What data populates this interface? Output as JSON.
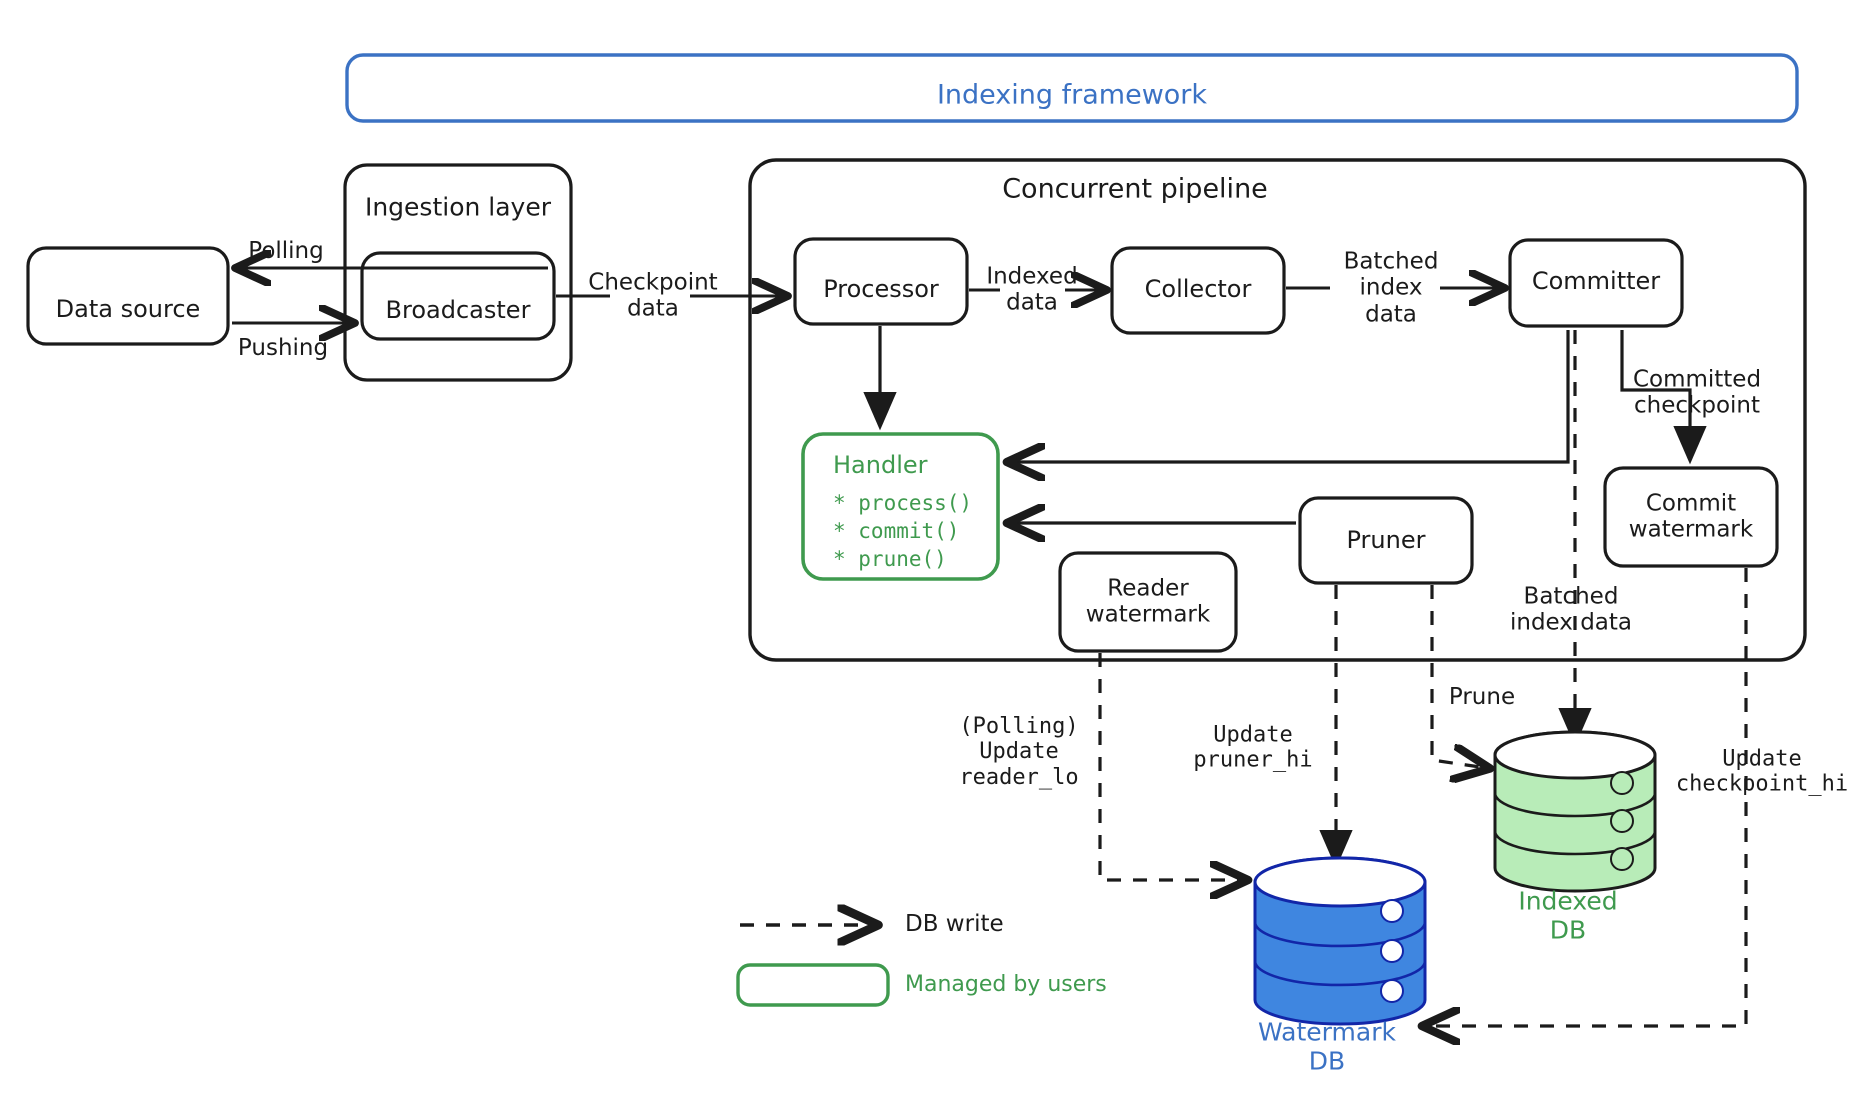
{
  "title": "Indexing framework",
  "groups": {
    "ingestion_layer": "Ingestion layer",
    "concurrent_pipeline": "Concurrent pipeline"
  },
  "nodes": {
    "data_source": "Data source",
    "broadcaster": "Broadcaster",
    "processor": "Processor",
    "collector": "Collector",
    "committer": "Committer",
    "commit_watermark": "Commit\nwatermark",
    "pruner": "Pruner",
    "reader_watermark": "Reader\nwatermark",
    "handler_title": "Handler",
    "handler_methods": [
      "* process()",
      "* commit()",
      "* prune()"
    ]
  },
  "databases": {
    "watermark_db": "Watermark\nDB",
    "indexed_db": "Indexed\nDB"
  },
  "edge_labels": {
    "polling": "Polling",
    "pushing": "Pushing",
    "checkpoint_data": "Checkpoint\ndata",
    "indexed_data": "Indexed\ndata",
    "batched_index_data": "Batched\nindex\ndata",
    "committed_checkpoint": "Committed\ncheckpoint",
    "batched_index_data_db": "Batched\nindex data",
    "polling_update_reader_lo": "(Polling)\nUpdate\nreader_lo",
    "update_pruner_hi": "Update\npruner_hi",
    "prune": "Prune",
    "update_checkpoint_hi": "Update\ncheckpoint_hi"
  },
  "legend": {
    "db_write": "DB write",
    "managed_by_users": "Managed by users"
  },
  "colors": {
    "accent_blue": "#3b72c4",
    "green": "#3f9a4e",
    "green_fill": "#b8ecb8",
    "blue_fill": "#3f86e0",
    "ink": "#1b1b1b"
  }
}
